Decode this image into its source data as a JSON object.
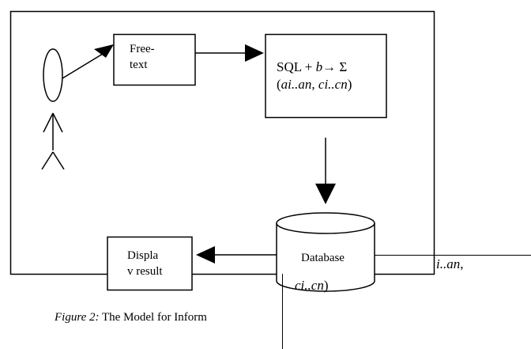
{
  "freetext": {
    "line1": "Free-",
    "line2": "text"
  },
  "sql": {
    "prefix": "SQL + ",
    "var": "b",
    "arrow": "→",
    "sigma": " Σ",
    "open": "(",
    "a_range": "ai..an",
    "sep": ", ",
    "c_range": "ci..cn",
    "close": ")"
  },
  "database": {
    "label": "Database"
  },
  "display": {
    "line1": "Displa",
    "line2": "v result"
  },
  "overflow": {
    "line1": "i..an",
    "comma": ",",
    "line2": "ci..cn",
    "close": ")"
  },
  "caption": {
    "prefix": "Figure 2:",
    "text": " The Model for Inform"
  }
}
